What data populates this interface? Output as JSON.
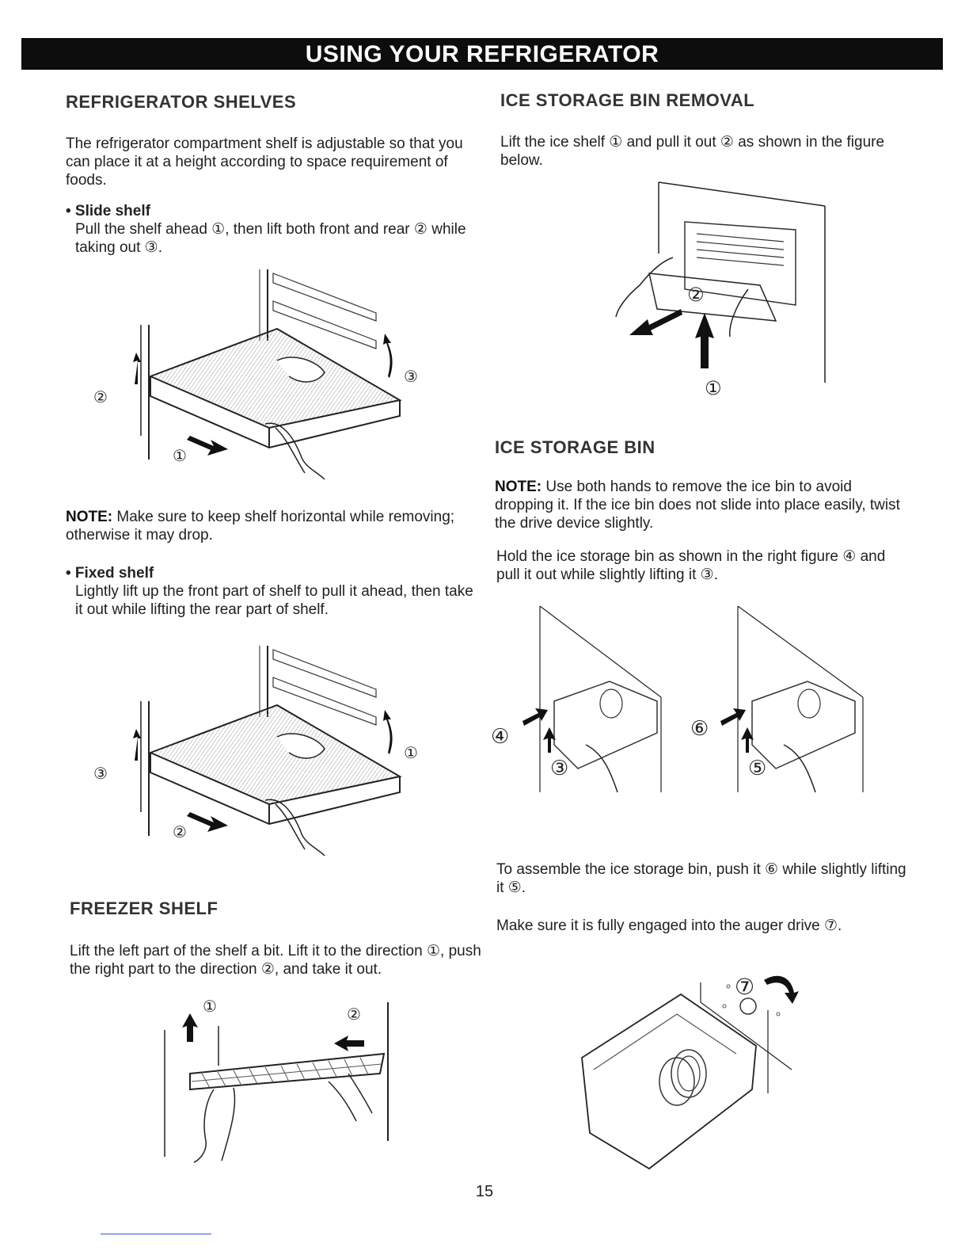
{
  "banner": {
    "title": "USING YOUR REFRIGERATOR"
  },
  "left": {
    "fridge_shelves": {
      "heading": "REFRIGERATOR SHELVES",
      "intro": "The refrigerator compartment shelf is adjustable so that you can place it at a height according to space requirement of foods.",
      "slide_title": "• Slide shelf",
      "slide_text": "Pull the shelf ahead ①, then lift both front and rear ② while taking out ③.",
      "fig1_labels": [
        "②",
        "③",
        "①"
      ],
      "note_label": "NOTE:",
      "note_text": " Make sure to keep shelf horizontal while removing; otherwise it may drop.",
      "fixed_title": "• Fixed shelf",
      "fixed_text": "Lightly lift up the front part of shelf to pull it ahead, then take it out while lifting the rear part of shelf.",
      "fig2_labels": [
        "③",
        "①",
        "②"
      ]
    },
    "freezer_shelf": {
      "heading": "FREEZER SHELF",
      "text": "Lift the left part of the shelf a bit. Lift it to the direction ①, push the right part to the direction ②, and take it out.",
      "fig_labels": [
        "①",
        "②"
      ]
    }
  },
  "right": {
    "ice_bin_removal": {
      "heading": "ICE STORAGE BIN REMOVAL",
      "text": "Lift the ice shelf ① and pull it out ② as shown in the figure below.",
      "fig_labels": [
        "②",
        "①"
      ]
    },
    "ice_bin": {
      "heading": "ICE STORAGE BIN",
      "note_label": "NOTE:",
      "note_text": " Use both hands to remove the ice bin to avoid dropping it. If the ice bin does not slide into place easily, twist the drive device slightly.",
      "hold_text": "Hold the ice storage bin as shown in the right figure ④ and pull it out while slightly lifting it ③.",
      "fig_left_labels": [
        "④",
        "③"
      ],
      "fig_right_labels": [
        "⑥",
        "⑤"
      ],
      "assemble_text": "To assemble the ice storage bin, push it ⑥ while slightly lifting it ⑤.",
      "engage_text": "Make sure it is fully engaged into the auger drive ⑦.",
      "fig_auger_label": "⑦"
    }
  },
  "page_number": "15"
}
